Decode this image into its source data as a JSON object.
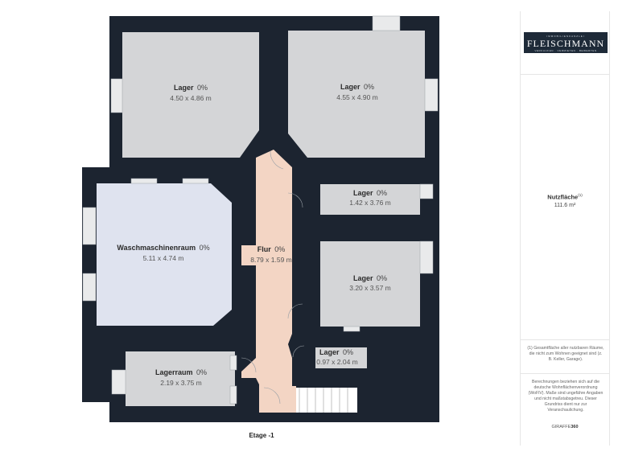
{
  "floor_label": "Etage -1",
  "rooms": [
    {
      "id": "lager-1",
      "name": "Lager",
      "pct": "0%",
      "dims": "4.50 x 4.86 m"
    },
    {
      "id": "lager-2",
      "name": "Lager",
      "pct": "0%",
      "dims": "4.55 x 4.90 m"
    },
    {
      "id": "lager-3",
      "name": "Lager",
      "pct": "0%",
      "dims": "1.42 x 3.76 m"
    },
    {
      "id": "waschmaschinenraum",
      "name": "Waschmaschinenraum",
      "pct": "0%",
      "dims": "5.11 x 4.74 m"
    },
    {
      "id": "flur",
      "name": "Flur",
      "pct": "0%",
      "dims": "8.79 x 1.59 m"
    },
    {
      "id": "lager-4",
      "name": "Lager",
      "pct": "0%",
      "dims": "3.20 x 3.57 m"
    },
    {
      "id": "lager-5",
      "name": "Lager",
      "pct": "0%",
      "dims": "0.97 x 2.04 m"
    },
    {
      "id": "lagerraum",
      "name": "Lagerraum",
      "pct": "0%",
      "dims": "2.19 x 3.75 m"
    }
  ],
  "sidebar": {
    "logo": {
      "top": "IMMOBILIENKANZLEI",
      "brand": "FLEISCHMANN",
      "sub": "VERKAUFEN · VERMIETEN · BEWERTEN"
    },
    "area_title": "Nutzfläche",
    "area_sup": "(1)",
    "area_value": "111.6 m²",
    "footnote": "(1) Gesamtfläche aller nutzbaren Räume, die nicht zum Wohnen geeignet sind (z. B. Keller, Garage).",
    "disclaimer": "Berechnungen beziehen sich auf die deutsche Wohnflächenverordnung (WoFlV). Maße sind ungefähre Angaben und nicht maßstabsgetreu. Dieser Grundriss dient nur zur Veranschaulichung.",
    "brand_footer_prefix": "GIRAFFE",
    "brand_footer_num": "360"
  },
  "colors": {
    "wall": "#1c2430",
    "room_gray": "#d4d5d7",
    "room_blue": "#dfe3ef",
    "corridor": "#f3d5c4",
    "window": "#e9eaeb"
  }
}
